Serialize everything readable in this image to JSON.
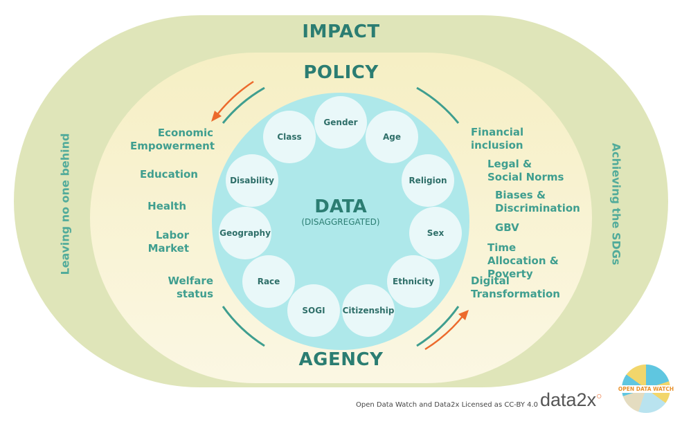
{
  "headers": {
    "impact": "IMPACT",
    "policy": "POLICY",
    "agency": "AGENCY"
  },
  "side_labels": {
    "left": "Leaving no one behind",
    "right": "Achieving the SDGs"
  },
  "center": {
    "title": "DATA",
    "subtitle": "(DISAGGREGATED)"
  },
  "dimensions": [
    "Gender",
    "Class",
    "Age",
    "Disability",
    "Religion",
    "Geography",
    "Sex",
    "Race",
    "Ethnicity",
    "SOGI",
    "Citizenship"
  ],
  "left_topics": [
    "Economic Empowerment",
    "Education",
    "Health",
    "Labor Market",
    "Welfare status"
  ],
  "right_topics": [
    "Financial inclusion",
    "Legal & Social Norms",
    "Biases & Discrimination",
    "GBV",
    "Time Allocation & Poverty",
    "Digital Transformation"
  ],
  "footer": {
    "license": "Open Data Watch and Data2x Licensed as CC-BY 4.0",
    "logo_data2x": "data2x",
    "logo_odw": "OPEN DATA WATCH"
  },
  "colors": {
    "outer": "#dfe5b9",
    "inner": "#f7f1c9",
    "data_circle": "#aee8ea",
    "teal": "#2b7d72",
    "arrow": "#ec6a2c"
  }
}
